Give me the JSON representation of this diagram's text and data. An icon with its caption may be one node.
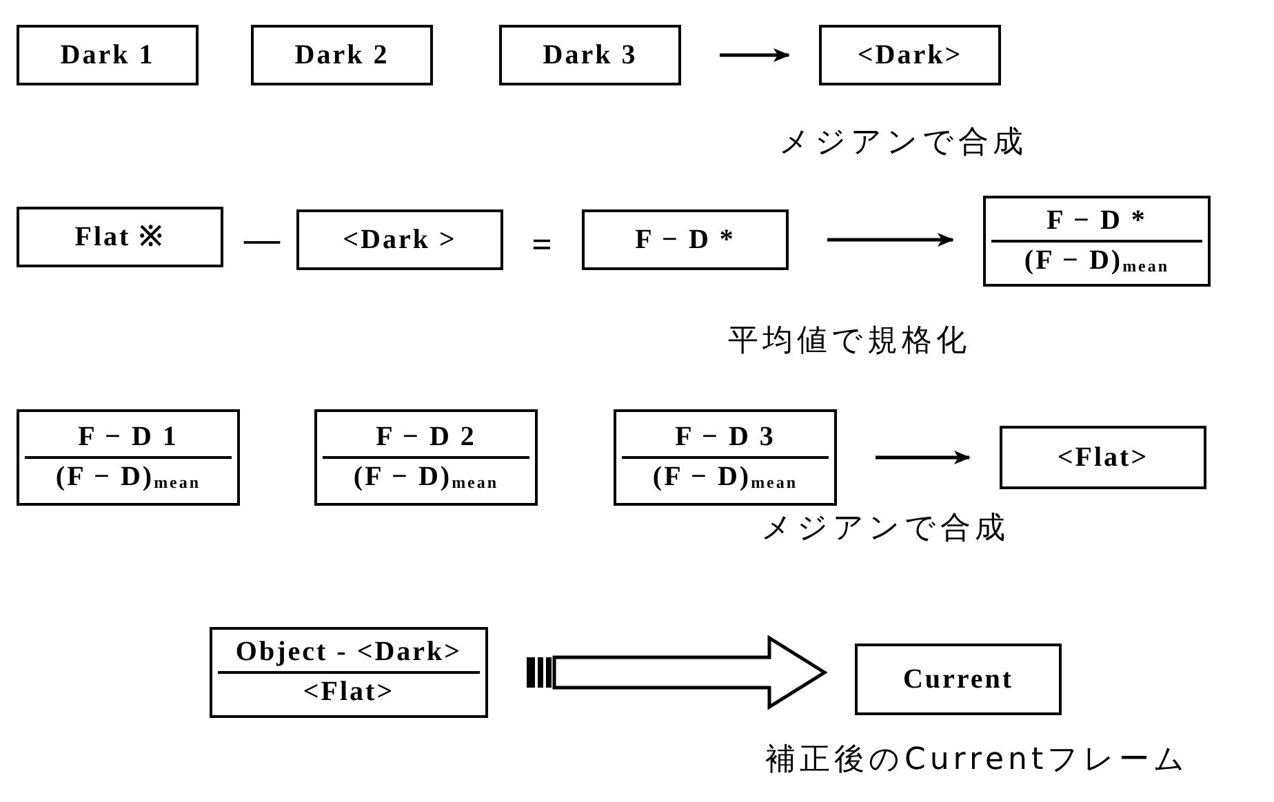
{
  "diagram": {
    "nodes": [
      {
        "text": [
          "Dark 1"
        ]
      },
      {
        "text": [
          "Dark 2"
        ]
      },
      {
        "text": [
          "Dark 3"
        ]
      },
      {
        "text": [
          "<Dark>"
        ],
        "beside": [
          "メジアンで合成"
        ]
      },
      {
        "text": [
          "Flat ※"
        ]
      },
      {
        "text": [
          "<Dark >"
        ]
      },
      {
        "text": [
          "F − D *"
        ]
      },
      {
        "text": [
          "F − D *",
          "(F − D)$_{mean}$"
        ],
        "beside": [
          "平均値で規格化"
        ]
      },
      {
        "text": [
          "F − D 1",
          "(F − D)$_{mean}$"
        ]
      },
      {
        "text": [
          "F − D 2",
          "(F − D)$_{mean}$"
        ]
      },
      {
        "text": [
          "F − D 3",
          "(F − D)$_{mean}$"
        ]
      },
      {
        "text": [
          "<Flat>"
        ],
        "beside": [
          "メジアンで合成"
        ]
      },
      {
        "text": [
          "Object - <Dark>",
          "<Flat>"
        ]
      },
      {
        "text": [
          "Current"
        ],
        "beside": [
          "補正後のCurrentフレーム"
        ]
      }
    ],
    "edges": [
      {
        "from": 2,
        "to": 3,
        "arrow": "to"
      },
      {
        "from": 6,
        "to": 7,
        "arrow": "to"
      },
      {
        "from": 10,
        "to": 11,
        "arrow": "to"
      },
      {
        "from": 12,
        "to": 13,
        "arrow": "to",
        "style": "thick"
      }
    ],
    "labels": [
      "—",
      "="
    ]
  }
}
